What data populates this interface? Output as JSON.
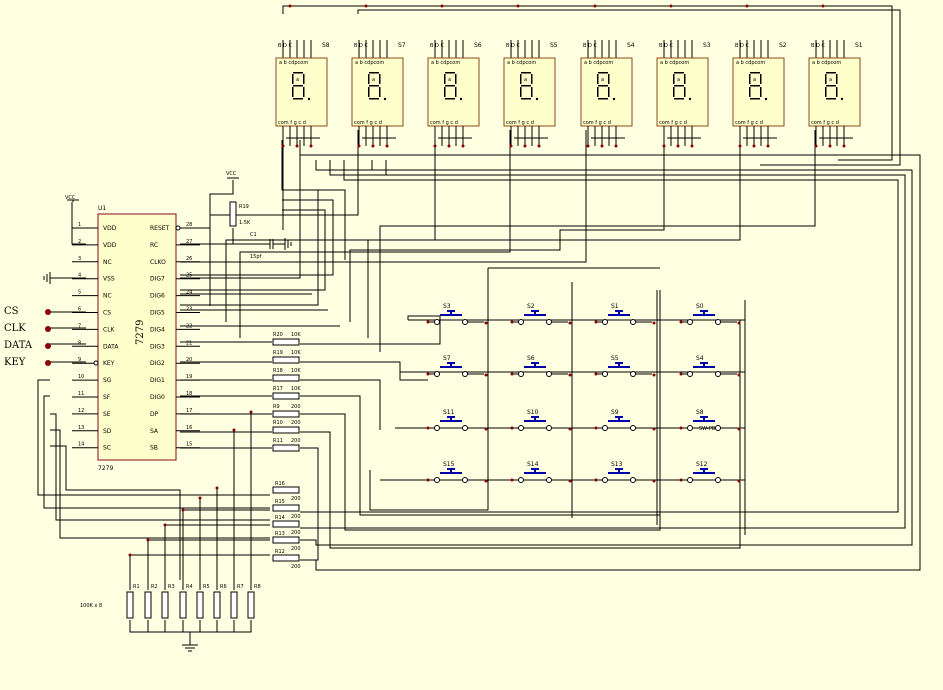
{
  "chip": {
    "ref": "U1",
    "part": "7279",
    "footer": "7279",
    "left_pins": [
      {
        "num": "1",
        "name": "VDD"
      },
      {
        "num": "2",
        "name": "VDD"
      },
      {
        "num": "3",
        "name": "NC"
      },
      {
        "num": "4",
        "name": "VSS"
      },
      {
        "num": "5",
        "name": "NC"
      },
      {
        "num": "6",
        "name": "CS"
      },
      {
        "num": "7",
        "name": "CLK"
      },
      {
        "num": "8",
        "name": "DATA"
      },
      {
        "num": "9",
        "name": "KEY"
      },
      {
        "num": "10",
        "name": "SG"
      },
      {
        "num": "11",
        "name": "SF"
      },
      {
        "num": "12",
        "name": "SE"
      },
      {
        "num": "13",
        "name": "SD"
      },
      {
        "num": "14",
        "name": "SC"
      }
    ],
    "right_pins": [
      {
        "num": "28",
        "name": "RESET"
      },
      {
        "num": "27",
        "name": "RC"
      },
      {
        "num": "26",
        "name": "CLKO"
      },
      {
        "num": "25",
        "name": "DIG7"
      },
      {
        "num": "24",
        "name": "DIG6"
      },
      {
        "num": "23",
        "name": "DIG5"
      },
      {
        "num": "22",
        "name": "DIG4"
      },
      {
        "num": "21",
        "name": "DIG3"
      },
      {
        "num": "20",
        "name": "DIG2"
      },
      {
        "num": "19",
        "name": "DIG1"
      },
      {
        "num": "18",
        "name": "DIG0"
      },
      {
        "num": "17",
        "name": "DP"
      },
      {
        "num": "16",
        "name": "SA"
      },
      {
        "num": "15",
        "name": "SB"
      }
    ]
  },
  "signals": [
    "CS",
    "CLK",
    "DATA",
    "KEY"
  ],
  "power": {
    "vcc": "VCC"
  },
  "r19": {
    "ref": "R19",
    "value": "1.5K"
  },
  "c1": {
    "ref": "C1",
    "value": "15pf"
  },
  "displays": {
    "refs": [
      "S8",
      "S7",
      "S6",
      "S5",
      "S4",
      "S3",
      "S2",
      "S1"
    ],
    "top_pins": "a  b  cdpcom",
    "bottom_pins": "com f  g  c  d"
  },
  "row_resistors": [
    {
      "ref": "R20",
      "value": "10K"
    },
    {
      "ref": "R19",
      "value": "10K"
    },
    {
      "ref": "R18",
      "value": "10K"
    },
    {
      "ref": "R17",
      "value": "10K"
    }
  ],
  "seg_resistors_a": [
    {
      "ref": "R9",
      "value": "200"
    },
    {
      "ref": "R10",
      "value": "200"
    },
    {
      "ref": "R11",
      "value": "200"
    }
  ],
  "seg_resistors_b": [
    {
      "ref": "R16",
      "value": "200"
    },
    {
      "ref": "R15",
      "value": "200"
    },
    {
      "ref": "R14",
      "value": "200"
    },
    {
      "ref": "R13",
      "value": "200"
    },
    {
      "ref": "R12",
      "value": "200"
    }
  ],
  "pulldowns": {
    "refs": [
      "R1",
      "R2",
      "R3",
      "R4",
      "R5",
      "R6",
      "R7",
      "R8"
    ],
    "note": "100K x 8"
  },
  "switches": [
    [
      "S3",
      "S2",
      "S1",
      "S0"
    ],
    [
      "S7",
      "S6",
      "S5",
      "S4"
    ],
    [
      "S11",
      "S10",
      "S9",
      "S8"
    ],
    [
      "S15",
      "S14",
      "S13",
      "S12"
    ]
  ],
  "switch_note": "SW-PB"
}
